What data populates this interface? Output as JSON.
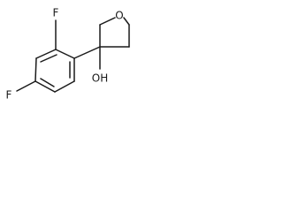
{
  "molecule": {
    "atoms": {
      "f_top": "F",
      "f_left": "F",
      "oxygen_ring": "O",
      "hydroxyl": "OH"
    }
  },
  "colors": {
    "ink": "#1a1a1a",
    "background": "#ffffff"
  }
}
